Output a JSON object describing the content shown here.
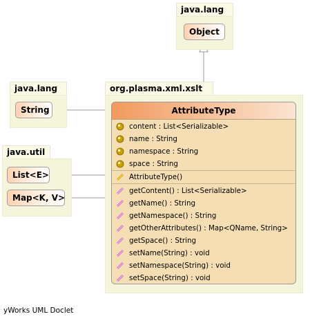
{
  "packages": {
    "java_lang_top": "java.lang",
    "java_lang_left": "java.lang",
    "java_util": "java.util",
    "main": "org.plasma.xml.xslt"
  },
  "classes": {
    "object": "Object",
    "string": "String",
    "list": "List<E>",
    "map": "Map<K, V>"
  },
  "main_class": {
    "name": "AttributeType",
    "fields": [
      "content : List<Serializable>",
      "name : String",
      "namespace : String",
      "space : String"
    ],
    "constructors": [
      "AttributeType()"
    ],
    "methods": [
      "getContent() : List<Serializable>",
      "getName() : String",
      "getNamespace() : String",
      "getOtherAttributes() : Map<QName, String>",
      "getSpace() : String",
      "setName(String) : void",
      "setNamespace(String) : void",
      "setSpace(String) : void"
    ]
  },
  "caption": "yWorks UML Doclet",
  "colors": {
    "package_bg": "#f5f5dc",
    "class_header": "#f19a5c",
    "class_body": "#f5deb3",
    "field_icon": "#c8a000",
    "method_icon": "#cc66cc"
  }
}
